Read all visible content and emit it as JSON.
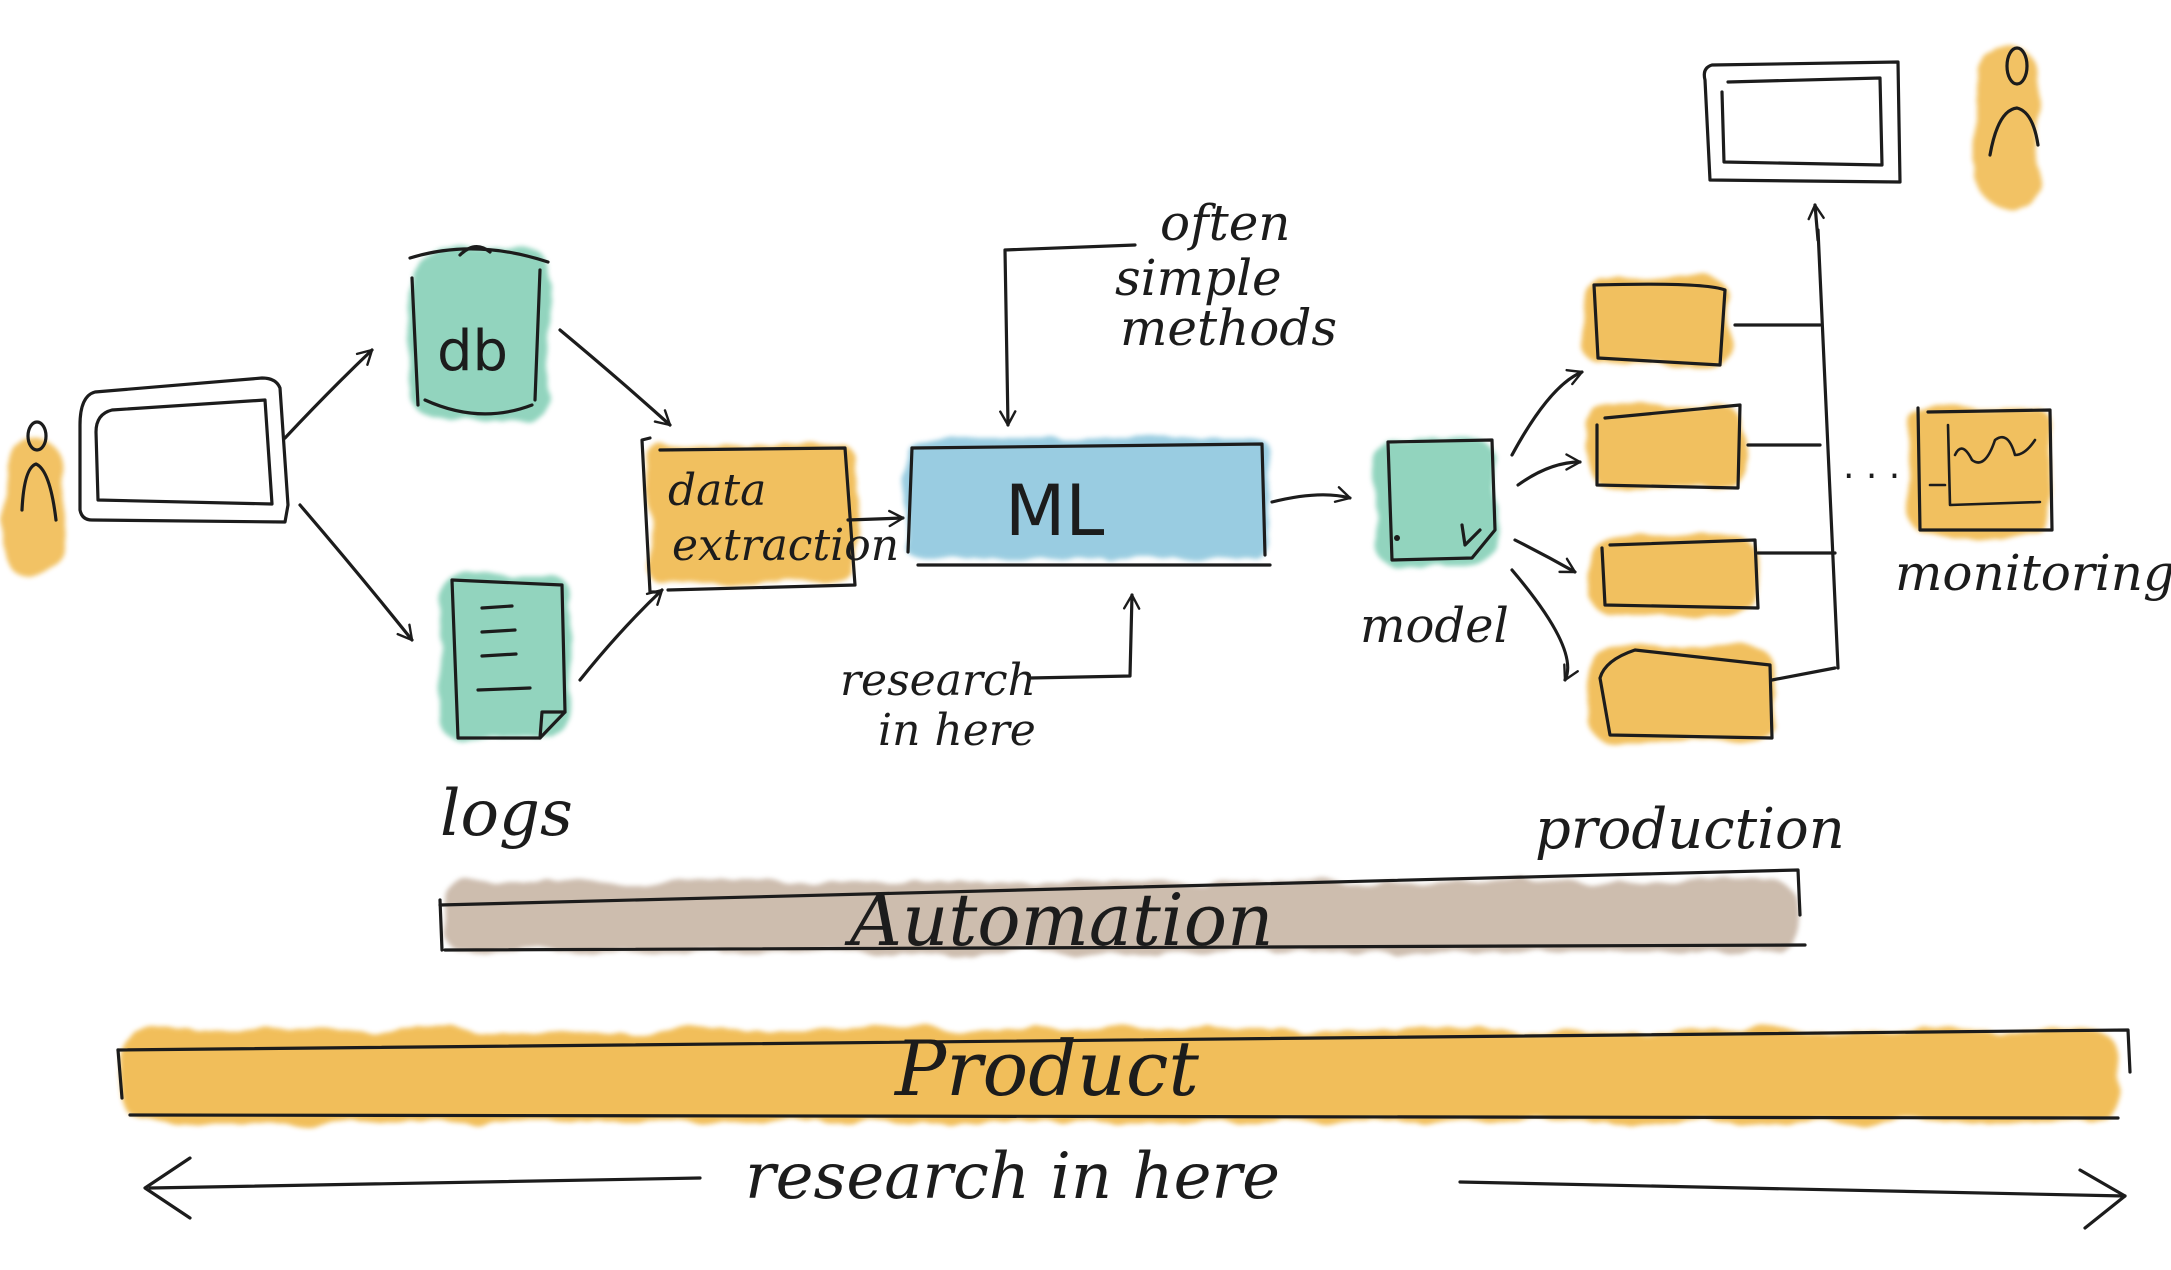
{
  "colors": {
    "orange": "#f0b84a",
    "teal": "#7fcdb3",
    "blue": "#8cc6dd",
    "taupe": "#c8b6a6",
    "ink": "#1c1c1c"
  },
  "icons": {
    "user": "person-icon",
    "screen": "screen-icon",
    "database": "database-icon",
    "document": "document-icon",
    "model": "model-file-icon",
    "chart": "chart-icon"
  },
  "labels": {
    "db": "db",
    "logs": "logs",
    "data_extraction": [
      "data",
      "extraction"
    ],
    "ml": "ML",
    "often_simple_methods": [
      "often",
      "simple",
      "methods"
    ],
    "research_in_here_small": [
      "research",
      "in here"
    ],
    "model": "model",
    "production": "production",
    "monitoring": "monitoring",
    "automation": "Automation",
    "product": "Product",
    "research_in_here_bottom": "research in here"
  }
}
